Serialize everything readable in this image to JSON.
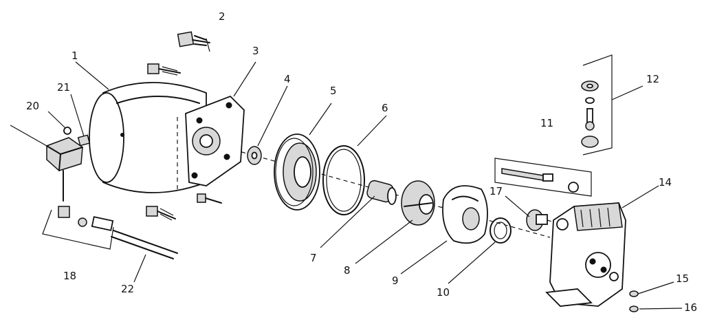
{
  "labels": {
    "l1": "1",
    "l2": "2",
    "l3": "3",
    "l4": "4",
    "l5": "5",
    "l6": "6",
    "l7": "7",
    "l8": "8",
    "l9": "9",
    "l10": "10",
    "l11": "11",
    "l12": "12",
    "l14": "14",
    "l15": "15",
    "l16": "16",
    "l17": "17",
    "l18": "18",
    "l20": "20",
    "l21": "21",
    "l22": "22"
  }
}
